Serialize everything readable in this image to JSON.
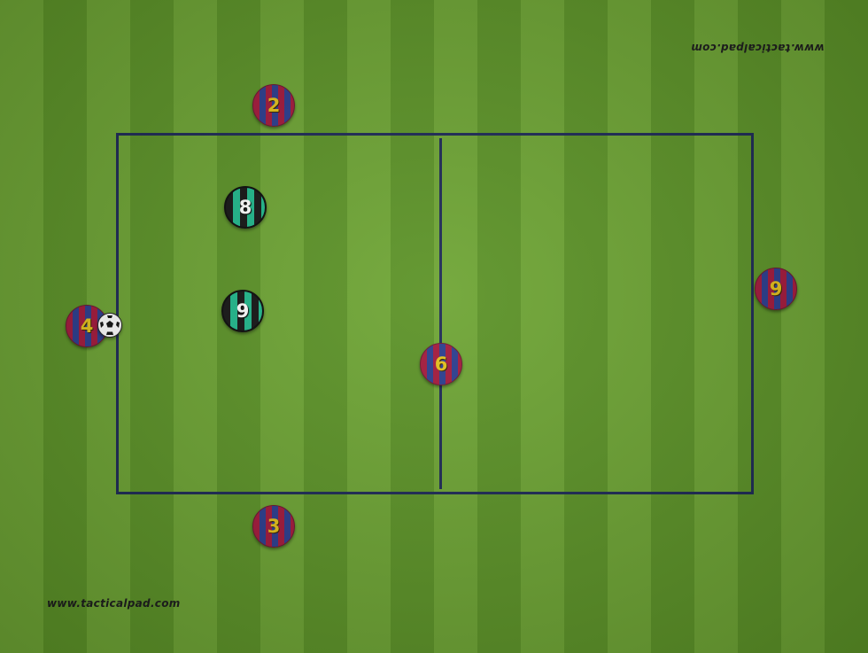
{
  "watermarks": {
    "top": "www.tacticalpad.com",
    "bottom": "www.tacticalpad.com"
  },
  "colors": {
    "grass_light": "#6ea534",
    "grass_dark": "#5c9327",
    "lines": "#1d2a55",
    "home_stripe_red": "#a4193c",
    "home_stripe_blue": "#2b3d8f",
    "home_number": "#e6c21b",
    "away_stripe_black": "#151515",
    "away_stripe_green": "#20b88c",
    "away_number": "#ffffff"
  },
  "players": {
    "home": [
      {
        "number": "2"
      },
      {
        "number": "4"
      },
      {
        "number": "6"
      },
      {
        "number": "3"
      },
      {
        "number": "9"
      }
    ],
    "away": [
      {
        "number": "8"
      },
      {
        "number": "9"
      }
    ]
  },
  "icons": {
    "ball": "soccer-ball-icon"
  }
}
